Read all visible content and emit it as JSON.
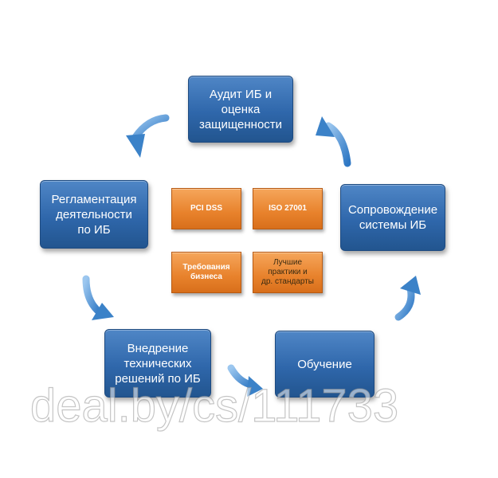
{
  "cycle": {
    "audit": "Аудит ИБ и\nоценка\nзащищенности",
    "support": "Сопровождение\nсистемы ИБ",
    "training": "Обучение",
    "implementation": "Внедрение\nтехнических\nрешений  по ИБ",
    "regulation": "Регламентация\nдеятельности\nпо ИБ"
  },
  "standards": {
    "pci": "PCI DSS",
    "iso": "ISO 27001",
    "business": "Требования\nбизнеса",
    "best_practices": "Лучшие\nпрактики и\nдр. стандарты"
  },
  "watermark": "deal.by/cs/111733",
  "colors": {
    "box_blue": "#2f67ab",
    "box_orange": "#e8822c",
    "arrow_blue": "#4f93d6"
  }
}
